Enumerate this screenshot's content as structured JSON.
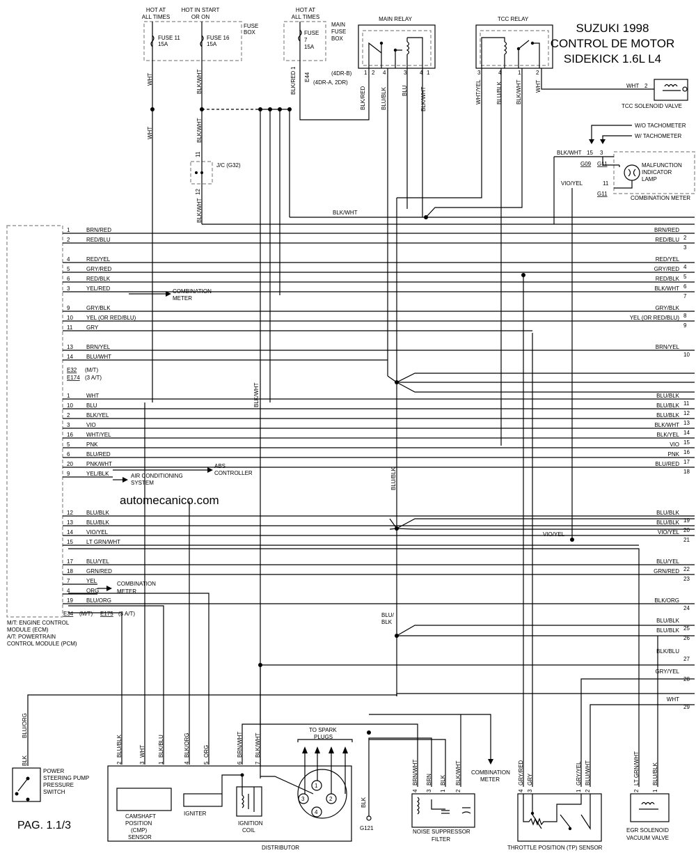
{
  "title": {
    "line1": "SUZUKI 1998",
    "line2": "CONTROL DE MOTOR",
    "line3": "SIDEKICK 1.6L L4"
  },
  "page": "PAG. 1.1/3",
  "watermark": "automecanico.com",
  "fuse_box": {
    "hot1_l1": "HOT AT",
    "hot1_l2": "ALL TIMES",
    "hot2_l1": "HOT IN START",
    "hot2_l2": "OR ON",
    "fuse11": "FUSE 11",
    "fuse11_a": "15A",
    "fuse16": "FUSE 16",
    "fuse16_a": "15A",
    "label1": "FUSE",
    "label2": "BOX"
  },
  "main_fuse_box": {
    "hot_l1": "HOT AT",
    "hot_l2": "ALL TIMES",
    "fuse": "FUSE",
    "num": "7",
    "amp": "15A",
    "label1": "MAIN",
    "label2": "FUSE",
    "label3": "BOX",
    "conn": "E44",
    "pin": "1",
    "note1": "(4DR-B)",
    "note2": "(4DR-A, 2DR)"
  },
  "main_relay": {
    "title": "MAIN RELAY",
    "pins": [
      "1",
      "2",
      "4",
      "3",
      "4",
      "1"
    ],
    "wires": [
      "BLK/RED",
      "BLU/BLK",
      "BLU",
      "BLK/WHT"
    ]
  },
  "tcc_relay": {
    "title": "TCC RELAY",
    "pins": [
      "3",
      "4",
      "1",
      "2"
    ],
    "wires": [
      "WHT/YEL",
      "BLU/BLK",
      "BLK/WHT",
      "WHT"
    ]
  },
  "tcc_solenoid": {
    "wire": "WHT",
    "pin": "2",
    "label": "TCC SOLENOID VALVE"
  },
  "tach": {
    "wo": "W/O TACHOMETER",
    "w": "W/ TACHOMETER"
  },
  "combination_meter": {
    "wire1": "BLK/WHT",
    "pin15": "15",
    "pin3": "3",
    "g09": "G09",
    "g11a": "G11",
    "mil1": "MALFUNCTION",
    "mil2": "INDICATOR",
    "mil3": "LAMP",
    "wire2": "VIO/YEL",
    "pin11": "11",
    "g11b": "G11",
    "label": "COMBINATION METER"
  },
  "jc": {
    "label": "J/C (G32)",
    "pin11": "11",
    "pin12": "12"
  },
  "vertical_labels": {
    "wht": "WHT",
    "blkwht": "BLK/WHT",
    "blkblk": "BLU/BLK"
  },
  "ecm_rows": [
    {
      "pin": "1",
      "wire": "BRN/RED",
      "rwire": "BRN/RED",
      "rnum": "2"
    },
    {
      "pin": "2",
      "wire": "RED/BLU",
      "rwire": "RED/BLU",
      "rnum": "3"
    },
    {
      "pin": "4",
      "wire": "RED/YEL",
      "rwire": "RED/YEL",
      "rnum": "4"
    },
    {
      "pin": "5",
      "wire": "GRY/RED",
      "rwire": "GRY/RED",
      "rnum": "5"
    },
    {
      "pin": "6",
      "wire": "RED/BLK",
      "rwire": "RED/BLK",
      "rnum": "6"
    },
    {
      "pin": "3",
      "wire": "YEL/RED",
      "rwire": "BLK/WHT",
      "rnum": "7"
    },
    {
      "pin": "9",
      "wire": "GRY/BLK",
      "rwire": "GRY/BLK",
      "rnum": "8"
    },
    {
      "pin": "10",
      "wire": "YEL (OR RED/BLU)",
      "rwire": "YEL (OR RED/BLU)",
      "rnum": "9"
    },
    {
      "pin": "11",
      "wire": "GRY",
      "rwire": "",
      "rnum": ""
    },
    {
      "pin": "13",
      "wire": "BRN/YEL",
      "rwire": "BRN/YEL",
      "rnum": "10"
    },
    {
      "pin": "14",
      "wire": "BLU/WHT",
      "rwire": "",
      "rnum": ""
    },
    {
      "pin": "1",
      "wire": "WHT",
      "rwire": "BLU/BLK",
      "rnum": "11"
    },
    {
      "pin": "10",
      "wire": "BLU",
      "rwire": "BLU/BLK",
      "rnum": "12"
    },
    {
      "pin": "2",
      "wire": "BLK/YEL",
      "rwire": "BLU/BLK",
      "rnum": "13"
    },
    {
      "pin": "3",
      "wire": "VIO",
      "rwire": "BLK/WHT",
      "rnum": "14"
    },
    {
      "pin": "16",
      "wire": "WHT/YEL",
      "rwire": "BLK/YEL",
      "rnum": "15"
    },
    {
      "pin": "5",
      "wire": "PNK",
      "rwire": "VIO",
      "rnum": "16"
    },
    {
      "pin": "6",
      "wire": "BLU/RED",
      "rwire": "PNK",
      "rnum": "17"
    },
    {
      "pin": "20",
      "wire": "PNK/WHT",
      "rwire": "BLU/RED",
      "rnum": "18"
    },
    {
      "pin": "9",
      "wire": "YEL/BLK",
      "rwire": "",
      "rnum": ""
    },
    {
      "pin": "12",
      "wire": "BLU/BLK",
      "rwire": "BLU/BLK",
      "rnum": "19"
    },
    {
      "pin": "13",
      "wire": "BLU/BLK",
      "rwire": "BLU/BLK",
      "rnum": "20"
    },
    {
      "pin": "14",
      "wire": "VIO/YEL",
      "rwire": "VIO/YEL",
      "rnum": "21"
    },
    {
      "pin": "15",
      "wire": "LT GRN/WHT",
      "rwire": "",
      "rnum": ""
    },
    {
      "pin": "17",
      "wire": "BLU/YEL",
      "rwire": "BLU/YEL",
      "rnum": "22"
    },
    {
      "pin": "18",
      "wire": "GRN/RED",
      "rwire": "GRN/RED",
      "rnum": "23"
    },
    {
      "pin": "7",
      "wire": "YEL",
      "rwire": "",
      "rnum": ""
    },
    {
      "pin": "4",
      "wire": "ORG",
      "rwire": "",
      "rnum": ""
    },
    {
      "pin": "19",
      "wire": "BLU/ORG",
      "rwire": "BLK/ORG",
      "rnum": "24"
    }
  ],
  "ecm_side": {
    "combo_meter1": "COMBINATION",
    "combo_meter2": "METER",
    "e32": "E32",
    "mt": "(M/T)",
    "e174": "E174",
    "at3": "(3 A/T)",
    "ac1": "AIR CONDITIONING",
    "ac2": "SYSTEM",
    "abs1": "ABS",
    "abs2": "CONTROLLER",
    "e34": "E34",
    "mt2": "(M/T)",
    "e175": "E175",
    "at2": "(3 A/T)",
    "note1": "M/T: ENGINE CONTROL",
    "note2": "MODULE (ECM)",
    "note3": "A/T: POWERTRAIN",
    "note4": "CONTROL MODULE (PCM)"
  },
  "right_rows_extra": [
    {
      "rwire": "BLU/BLK",
      "rnum": "25"
    },
    {
      "rwire": "BLU/BLK",
      "rnum": "26"
    },
    {
      "rwire": "BLK/BLU",
      "rnum": "27"
    },
    {
      "rwire": "GRY/YEL",
      "rnum": "28"
    },
    {
      "rwire": "WHT",
      "rnum": "29"
    }
  ],
  "bluvar": {
    "l1": "BLU/",
    "l2": "BLK"
  },
  "vioyel_mid": "VIO/YEL",
  "bottom": {
    "ps_wire": "BLU/ORG",
    "ps_pin": "BLK",
    "ps1": "POWER",
    "ps2": "STEERING PUMP",
    "ps3": "PRESSURE",
    "ps4": "SWITCH",
    "dist_pins": [
      {
        "n": "2",
        "w": "BLU/BLK"
      },
      {
        "n": "3",
        "w": "WHT"
      },
      {
        "n": "1",
        "w": "BLK/BLU"
      },
      {
        "n": "4",
        "w": "BLK/ORG"
      },
      {
        "n": "5",
        "w": "ORG"
      },
      {
        "n": "6",
        "w": "BRN/WHT"
      },
      {
        "n": "7",
        "w": "BLK/WHT"
      }
    ],
    "cmp1": "CAMSHAFT",
    "cmp2": "POSITION",
    "cmp3": "(CMP)",
    "cmp4": "SENSOR",
    "igniter": "IGNITER",
    "coil1": "IGNITION",
    "coil2": "COIL",
    "distributor": "DISTRIBUTOR",
    "spark1": "TO SPARK",
    "spark2": "PLUGS",
    "cyl": [
      "1",
      "2",
      "3",
      "4"
    ],
    "gnd_wire": "BLK",
    "gnd": "G121",
    "nsf_pins": [
      {
        "n": "4",
        "w": "BRN/WHT"
      },
      {
        "n": "3",
        "w": "BRN"
      },
      {
        "n": "1",
        "w": "BLK"
      },
      {
        "n": "2",
        "w": "BLK/WHT"
      }
    ],
    "nsf1": "NOISE SUPPRESSOR",
    "nsf2": "FILTER",
    "cm1": "COMBINATION",
    "cm2": "METER",
    "tp_pins": [
      {
        "n": "4",
        "w": "GRY/RED"
      },
      {
        "n": "3",
        "w": "GRY"
      },
      {
        "n": "1",
        "w": "GRY/YEL"
      },
      {
        "n": "2",
        "w": "BLU/WHT"
      }
    ],
    "tp": "THROTTLE POSITION (TP) SENSOR",
    "egr_pins": [
      {
        "n": "2",
        "w": "LT GRN/WHT"
      },
      {
        "n": "1",
        "w": "BLU/BLK"
      }
    ],
    "egr1": "EGR SOLENOID",
    "egr2": "VACUUM VALVE"
  }
}
